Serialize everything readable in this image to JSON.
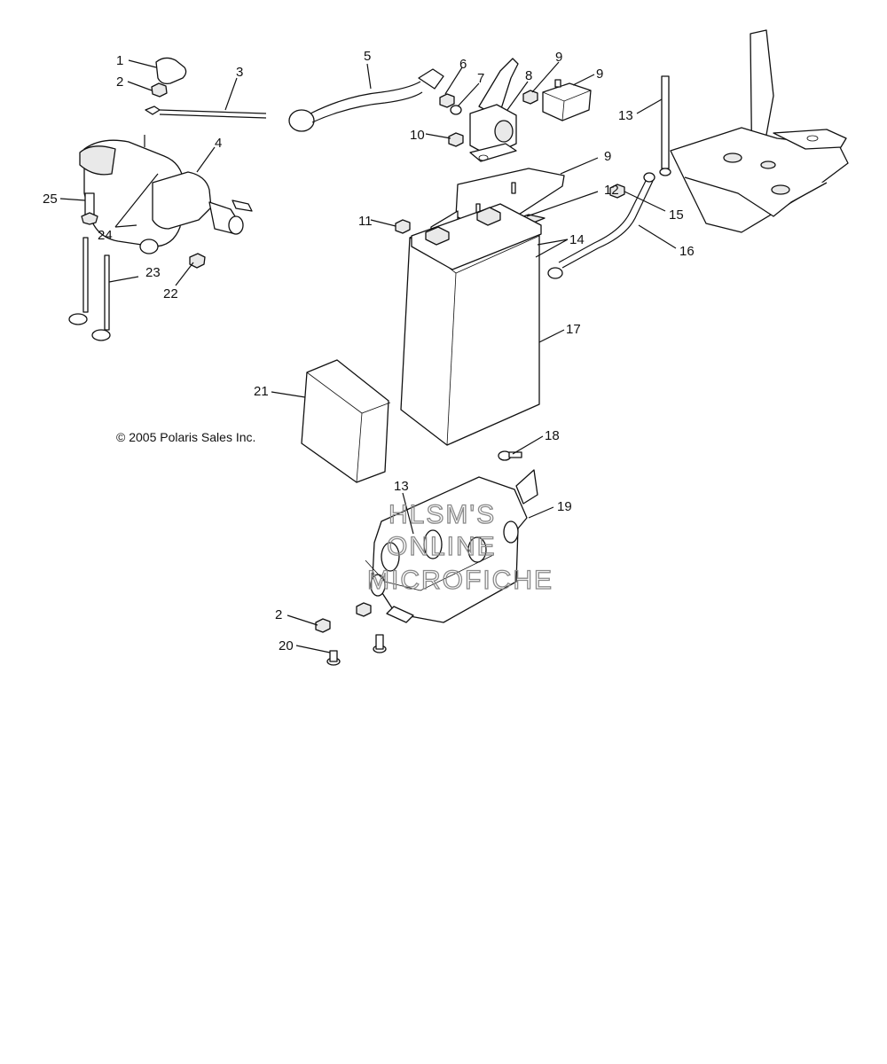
{
  "copyright": "© 2005 Polaris Sales Inc.",
  "watermark": [
    "HLSM'S",
    "ONLINE",
    "MICROFICHE"
  ],
  "callouts": [
    "1",
    "2",
    "3",
    "4",
    "25",
    "24",
    "23",
    "22",
    "5",
    "6",
    "7",
    "8",
    "9",
    "9",
    "10",
    "9",
    "12",
    "13",
    "11",
    "14",
    "15",
    "16",
    "17",
    "21",
    "18",
    "13",
    "19",
    "2",
    "20"
  ]
}
